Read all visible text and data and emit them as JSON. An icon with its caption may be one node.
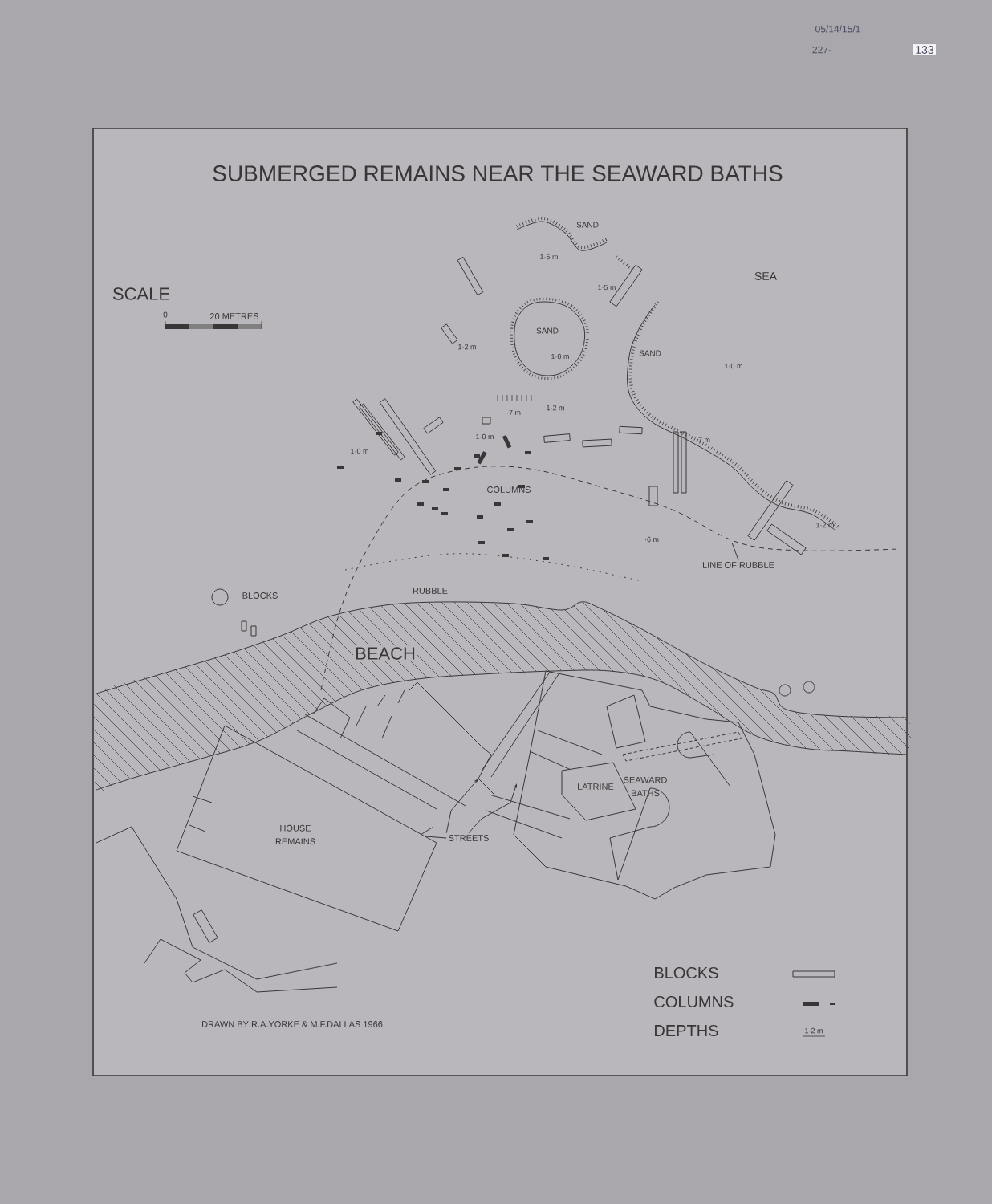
{
  "diagram": {
    "title": "SUBMERGED REMAINS NEAR THE SEAWARD BATHS",
    "nodes": [
      {
        "text": [
          "STREETS"
        ]
      },
      {
        "text": [
          "LINE OF RUBBLE"
        ]
      }
    ],
    "edges": [
      {
        "from": 0,
        "to": null,
        "arrow": "none"
      },
      {
        "from": 0,
        "to": null,
        "arrow": "to"
      },
      {
        "from": 0,
        "to": null,
        "arrow": "to"
      },
      {
        "from": 1,
        "to": null,
        "arrow": "none"
      }
    ],
    "labels": [
      "05/14/15/1",
      "227-",
      "133",
      "SAND",
      "1·5 m",
      "SCALE",
      "SEA",
      "1·5 m",
      "0",
      "20 METRES",
      "SAND",
      "1·2 m",
      "SAND",
      "1·0 m",
      "1·0 m",
      "·7 m",
      "1·2 m",
      "1·0 m",
      "1·0 m",
      "·7 m",
      "COLUMNS",
      "1·2 m",
      "·6 m",
      "BLOCKS",
      "RUBBLE",
      "BEACH",
      "SEAWARD BATHS",
      "LATRINE",
      "HOUSE REMAINS",
      "DRAWN BY R.A.YORKE & M.F.DALLAS 1966",
      "1·2 m"
    ],
    "legend": [
      {
        "text": "BLOCKS"
      },
      {
        "text": "COLUMNS"
      },
      {
        "text": "DEPTHS"
      }
    ]
  }
}
